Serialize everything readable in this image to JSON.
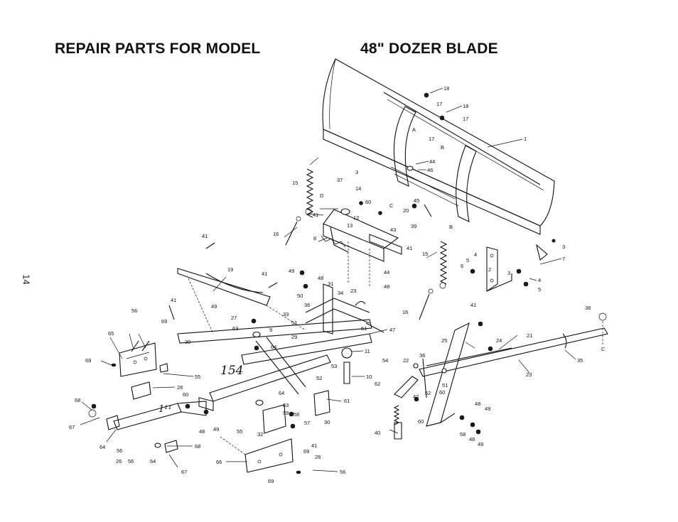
{
  "header": {
    "title_left": "REPAIR PARTS FOR MODEL",
    "title_right": "48\" DOZER BLADE",
    "page_number": "14"
  },
  "handwritten": [
    "154",
    "1¹¹"
  ],
  "callouts": [
    {
      "id": "c18a",
      "label": "18"
    },
    {
      "id": "c17a",
      "label": "17"
    },
    {
      "id": "c18b",
      "label": "18"
    },
    {
      "id": "c17b",
      "label": "17"
    },
    {
      "id": "cA",
      "label": "A"
    },
    {
      "id": "c17c",
      "label": "17"
    },
    {
      "id": "cB1",
      "label": "B"
    },
    {
      "id": "c1",
      "label": "1"
    },
    {
      "id": "c44a",
      "label": "44"
    },
    {
      "id": "c46",
      "label": "46"
    },
    {
      "id": "c3a",
      "label": "3"
    },
    {
      "id": "c15a",
      "label": "15"
    },
    {
      "id": "c37",
      "label": "37"
    },
    {
      "id": "cD",
      "label": "D"
    },
    {
      "id": "c14",
      "label": "14"
    },
    {
      "id": "c60a",
      "label": "60"
    },
    {
      "id": "cC1",
      "label": "C"
    },
    {
      "id": "c45",
      "label": "45"
    },
    {
      "id": "c20",
      "label": "20"
    },
    {
      "id": "c41a",
      "label": "41"
    },
    {
      "id": "c12",
      "label": "12"
    },
    {
      "id": "c13",
      "label": "13"
    },
    {
      "id": "c43",
      "label": "43"
    },
    {
      "id": "c39",
      "label": "39"
    },
    {
      "id": "cB2",
      "label": "B"
    },
    {
      "id": "c16a",
      "label": "16"
    },
    {
      "id": "c8",
      "label": "8"
    },
    {
      "id": "c41b",
      "label": "41"
    },
    {
      "id": "c41c",
      "label": "41"
    },
    {
      "id": "c44b",
      "label": "44"
    },
    {
      "id": "c48a",
      "label": "48"
    },
    {
      "id": "c15b",
      "label": "15"
    },
    {
      "id": "c19",
      "label": "19"
    },
    {
      "id": "c41d",
      "label": "41"
    },
    {
      "id": "c49a",
      "label": "49"
    },
    {
      "id": "c48b",
      "label": "48"
    },
    {
      "id": "c31",
      "label": "31"
    },
    {
      "id": "c50",
      "label": "50"
    },
    {
      "id": "c34",
      "label": "34"
    },
    {
      "id": "c23a",
      "label": "23"
    },
    {
      "id": "c36",
      "label": "36"
    },
    {
      "id": "c41e",
      "label": "41"
    },
    {
      "id": "c49b",
      "label": "49"
    },
    {
      "id": "c27",
      "label": "27"
    },
    {
      "id": "c33",
      "label": "33"
    },
    {
      "id": "c51",
      "label": "51"
    },
    {
      "id": "c6",
      "label": "6"
    },
    {
      "id": "c5a",
      "label": "5"
    },
    {
      "id": "c4a",
      "label": "4"
    },
    {
      "id": "c2",
      "label": "2"
    },
    {
      "id": "c3b",
      "label": "3"
    },
    {
      "id": "c4b",
      "label": "4"
    },
    {
      "id": "c5b",
      "label": "5"
    },
    {
      "id": "c3c",
      "label": "3"
    },
    {
      "id": "c7",
      "label": "7"
    },
    {
      "id": "c16b",
      "label": "16"
    },
    {
      "id": "c41f",
      "label": "41"
    },
    {
      "id": "c38",
      "label": "38"
    },
    {
      "id": "c56a",
      "label": "56"
    },
    {
      "id": "c69a",
      "label": "69"
    },
    {
      "id": "c63a",
      "label": "63"
    },
    {
      "id": "c25",
      "label": "25"
    },
    {
      "id": "c29",
      "label": "29"
    },
    {
      "id": "c61a",
      "label": "61"
    },
    {
      "id": "c47",
      "label": "47"
    },
    {
      "id": "c24",
      "label": "24"
    },
    {
      "id": "c21",
      "label": "21"
    },
    {
      "id": "c65",
      "label": "65"
    },
    {
      "id": "c9",
      "label": "9"
    },
    {
      "id": "c64a",
      "label": "64"
    },
    {
      "id": "c30a",
      "label": "30"
    },
    {
      "id": "cC2",
      "label": "C"
    },
    {
      "id": "c35",
      "label": "35"
    },
    {
      "id": "c69b",
      "label": "69"
    },
    {
      "id": "c11",
      "label": "11"
    },
    {
      "id": "c53",
      "label": "53"
    },
    {
      "id": "c54",
      "label": "54"
    },
    {
      "id": "c22",
      "label": "22"
    },
    {
      "id": "c36b",
      "label": "36"
    },
    {
      "id": "c23b",
      "label": "23"
    },
    {
      "id": "c55a",
      "label": "55"
    },
    {
      "id": "c52a",
      "label": "52"
    },
    {
      "id": "c10",
      "label": "10"
    },
    {
      "id": "c62",
      "label": "62"
    },
    {
      "id": "c51b",
      "label": "51"
    },
    {
      "id": "c28a",
      "label": "28"
    },
    {
      "id": "c60b",
      "label": "60"
    },
    {
      "id": "c64b",
      "label": "64"
    },
    {
      "id": "c42",
      "label": "42"
    },
    {
      "id": "c52b",
      "label": "52"
    },
    {
      "id": "c60c",
      "label": "60"
    },
    {
      "id": "c68a",
      "label": "68"
    },
    {
      "id": "c63b",
      "label": "63"
    },
    {
      "id": "c61b",
      "label": "61"
    },
    {
      "id": "c59",
      "label": "59"
    },
    {
      "id": "c58a",
      "label": "58"
    },
    {
      "id": "c30b",
      "label": "30"
    },
    {
      "id": "c48c",
      "label": "48"
    },
    {
      "id": "c49c",
      "label": "49"
    },
    {
      "id": "c67a",
      "label": "67"
    },
    {
      "id": "c57",
      "label": "57"
    },
    {
      "id": "c60d",
      "label": "60"
    },
    {
      "id": "c48d",
      "label": "48"
    },
    {
      "id": "c49d",
      "label": "49"
    },
    {
      "id": "c40",
      "label": "40"
    },
    {
      "id": "c58b",
      "label": "58"
    },
    {
      "id": "c48e",
      "label": "48"
    },
    {
      "id": "c49e",
      "label": "49"
    },
    {
      "id": "c55b",
      "label": "55"
    },
    {
      "id": "c32",
      "label": "32"
    },
    {
      "id": "c41g",
      "label": "41"
    },
    {
      "id": "c64c",
      "label": "64"
    },
    {
      "id": "c69c",
      "label": "69"
    },
    {
      "id": "c56b",
      "label": "56"
    },
    {
      "id": "c68b",
      "label": "68"
    },
    {
      "id": "c28b",
      "label": "28"
    },
    {
      "id": "c26",
      "label": "26"
    },
    {
      "id": "c56c",
      "label": "56"
    },
    {
      "id": "c64d",
      "label": "64"
    },
    {
      "id": "c66",
      "label": "66"
    },
    {
      "id": "c56d",
      "label": "56"
    },
    {
      "id": "c67b",
      "label": "67"
    },
    {
      "id": "c69d",
      "label": "69"
    }
  ]
}
